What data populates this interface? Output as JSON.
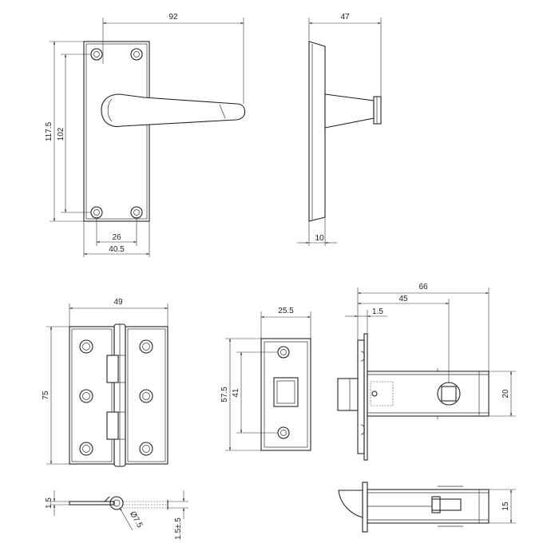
{
  "colors": {
    "line": "#222222",
    "background": "#ffffff"
  },
  "lever_front": {
    "width": "92",
    "plate_height": "117.5",
    "hole_pitch_vertical": "102",
    "hole_pitch_horizontal": "26",
    "plate_width": "40.5"
  },
  "lever_side": {
    "depth": "47",
    "plate_thickness": "10"
  },
  "hinge": {
    "width": "49",
    "height": "75",
    "leaf_thickness": "1.5",
    "knuckle_diameter": "Ø7.5",
    "gap": "1.5±.5"
  },
  "strike": {
    "width": "25.5",
    "height": "57.5",
    "hole_pitch": "41"
  },
  "latch": {
    "length": "66",
    "backset": "45",
    "faceplate_offset": "1.5",
    "body_height": "20",
    "side_height": "15"
  }
}
